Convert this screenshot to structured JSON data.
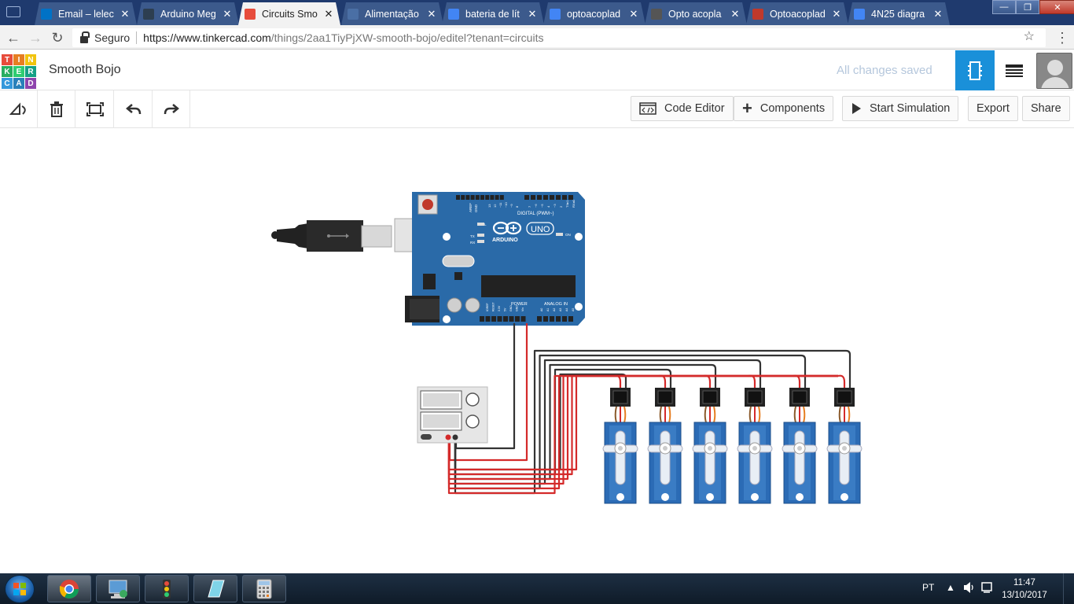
{
  "browser": {
    "tabs": [
      {
        "label": "Email – lelec",
        "icon": "outlook-icon",
        "color": "#0072c6"
      },
      {
        "label": "Arduino Meg",
        "icon": "blogger-b-icon",
        "color": "#2d3e50"
      },
      {
        "label": "Circuits Smo",
        "icon": "tinkercad-icon",
        "color": "#e74c3c",
        "active": true
      },
      {
        "label": "Alimentação",
        "icon": "site-icon",
        "color": "#4a6fa5"
      },
      {
        "label": "bateria de lít",
        "icon": "google-icon",
        "color": "#4285f4"
      },
      {
        "label": "optoacoplad",
        "icon": "google-icon",
        "color": "#4285f4"
      },
      {
        "label": "Opto acopla",
        "icon": "site-icon",
        "color": "#555555"
      },
      {
        "label": "Optoacoplad",
        "icon": "pdf-icon",
        "color": "#c0392b"
      },
      {
        "label": "4N25 diagra",
        "icon": "google-icon",
        "color": "#4285f4"
      }
    ],
    "close_glyph": "✕",
    "address": {
      "secure_label": "Seguro",
      "url_host": "https://www.tinkercad.com",
      "url_path": "/things/2aa1TiyPjXW-smooth-bojo/editel?tenant=circuits"
    }
  },
  "app": {
    "logo_letters": [
      "T",
      "I",
      "N",
      "K",
      "E",
      "R",
      "C",
      "A",
      "D"
    ],
    "logo_colors": [
      "#e74c3c",
      "#e67e22",
      "#f1c40f",
      "#27ae60",
      "#2ecc71",
      "#16a085",
      "#3498db",
      "#2980b9",
      "#8e44ad"
    ],
    "project_title": "Smooth Bojo",
    "save_status": "All changes saved",
    "accent": "#1a90d9"
  },
  "toolbar": {
    "code_editor": "Code Editor",
    "components": "Components",
    "start_simulation": "Start Simulation",
    "export": "Export",
    "share": "Share"
  },
  "circuit": {
    "board_labels": {
      "digital": "DIGITAL (PWM~)",
      "brand": "ARDUINO",
      "model": "UNO",
      "power": "POWER",
      "analog": "ANALOG IN",
      "on": "ON",
      "l": "L",
      "tx": "TX",
      "rx": "RX",
      "aref": "AREF",
      "gnd": "GND",
      "pin_labels": [
        "13",
        "12",
        "~11",
        "~10",
        "~9",
        "8",
        "7",
        "~6",
        "~5",
        "4",
        "~3",
        "2",
        "TX▸1",
        "RX◂0"
      ],
      "power_pins": [
        "IOREF",
        "RESET",
        "3.3V",
        "5V",
        "GND",
        "GND",
        "Vin"
      ],
      "analog_pins": [
        "A0",
        "A1",
        "A2",
        "A3",
        "A4",
        "A5"
      ]
    },
    "servo_count": 6,
    "colors": {
      "board": "#2a6aa8",
      "servo": "#2b6bb5",
      "wire_red": "#d42a2a",
      "wire_black": "#333333",
      "servo_arm": "#e8eef5"
    }
  },
  "taskbar": {
    "apps": [
      "chrome-icon",
      "computer-icon",
      "traffic-light-icon",
      "notepad-icon",
      "calculator-icon"
    ],
    "language": "PT",
    "time": "11:47",
    "date": "13/10/2017"
  }
}
